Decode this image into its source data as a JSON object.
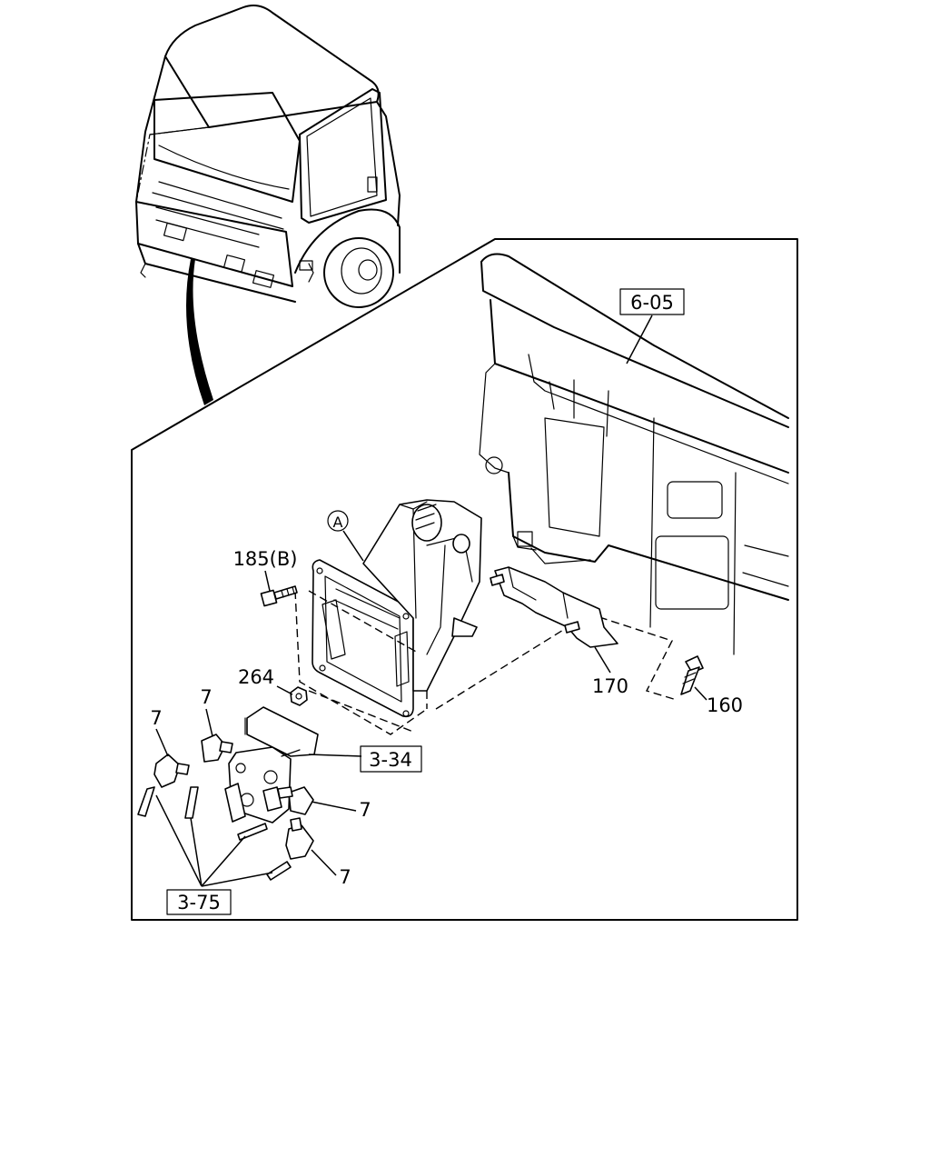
{
  "callouts": {
    "ref_6_05": "6-05",
    "ref_3_34": "3-34",
    "ref_3_75": "3-75",
    "view_a": "A",
    "part_185b": "185(B)",
    "part_264": "264",
    "part_170": "170",
    "part_160": "160",
    "part_7_a": "7",
    "part_7_b": "7",
    "part_7_c": "7",
    "part_7_d": "7"
  }
}
